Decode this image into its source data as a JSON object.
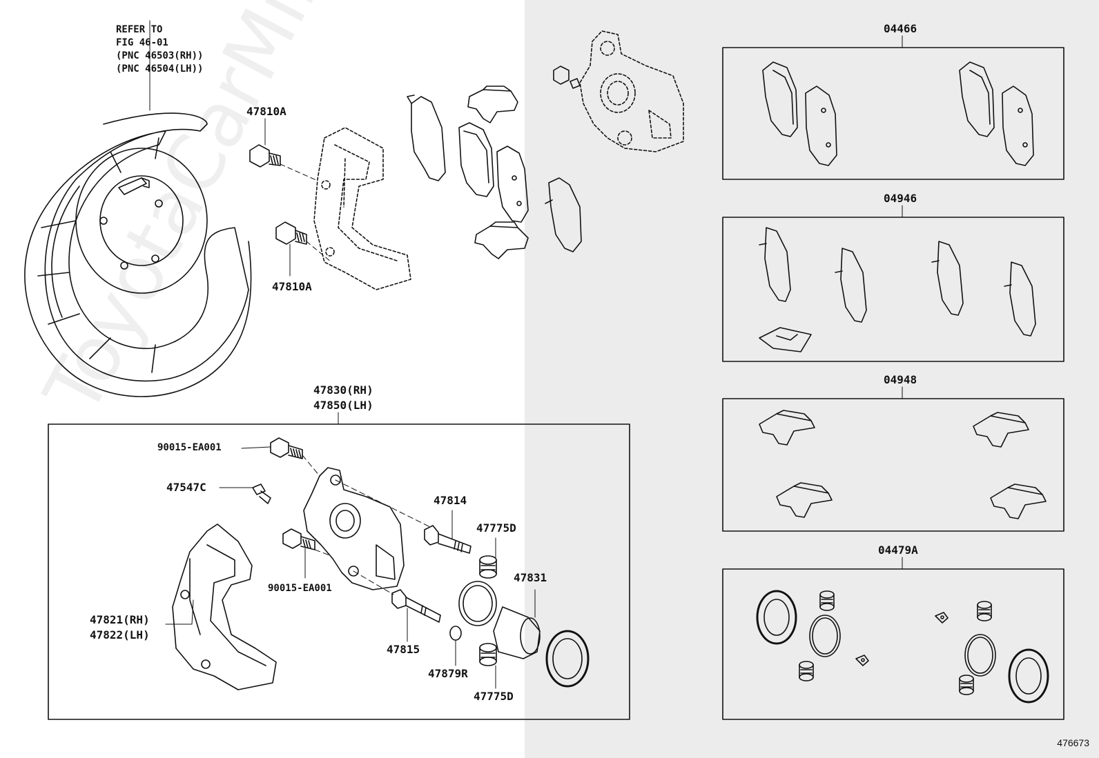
{
  "refer": [
    "REFER TO",
    "FIG 46-01",
    "(PNC 46503(RH))",
    "(PNC 46504(LH))"
  ],
  "labels": {
    "bolt_top": "47810A",
    "bolt_bottom": "47810A",
    "caliper_rh": "47830(RH)",
    "caliper_lh": "47850(LH)",
    "bolt_90015_top": "90015-EA001",
    "bleeder": "47547C",
    "bolt_90015_bottom": "90015-EA001",
    "pin_47814": "47814",
    "boot_top": "47775D",
    "piston": "47831",
    "mount_rh": "47821(RH)",
    "mount_lh": "47822(LH)",
    "pin_47815": "47815",
    "plug": "47879R",
    "boot_bottom": "47775D"
  },
  "kits": {
    "pads": "04466",
    "shims": "04946",
    "clips": "04948",
    "cylinder_kit": "04479A"
  },
  "watermark": "ToyotaCarMine.ru",
  "figure_number": "476673"
}
